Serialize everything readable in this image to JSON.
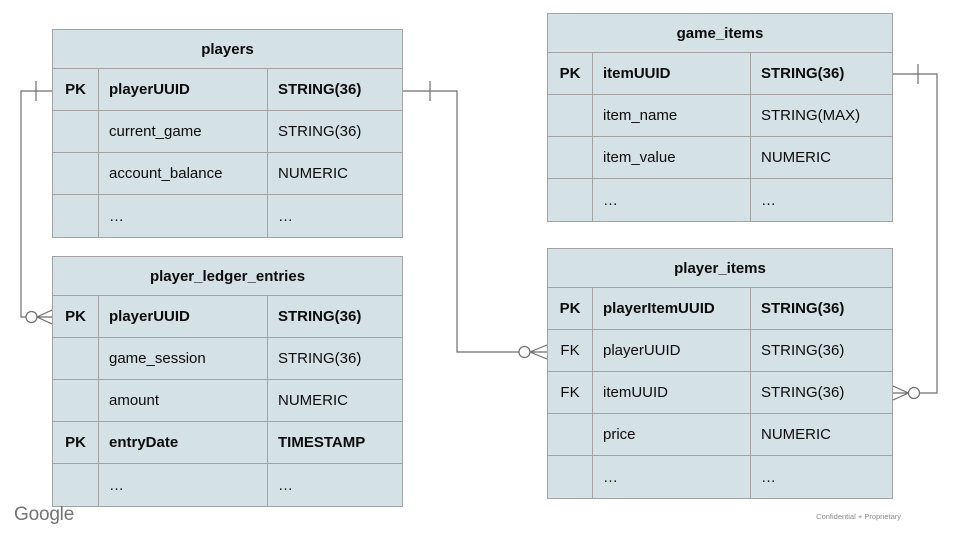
{
  "diagram": {
    "tables": [
      {
        "id": "players",
        "title": "players",
        "rows": [
          {
            "key": "PK",
            "name": "playerUUID",
            "type": "STRING(36)"
          },
          {
            "key": "",
            "name": "current_game",
            "type": "STRING(36)"
          },
          {
            "key": "",
            "name": "account_balance",
            "type": "NUMERIC"
          },
          {
            "key": "",
            "name": "…",
            "type": "…"
          }
        ]
      },
      {
        "id": "player_ledger_entries",
        "title": "player_ledger_entries",
        "rows": [
          {
            "key": "PK",
            "name": "playerUUID",
            "type": "STRING(36)"
          },
          {
            "key": "",
            "name": "game_session",
            "type": "STRING(36)"
          },
          {
            "key": "",
            "name": "amount",
            "type": "NUMERIC"
          },
          {
            "key": "PK",
            "name": "entryDate",
            "type": "TIMESTAMP"
          },
          {
            "key": "",
            "name": "…",
            "type": "…"
          }
        ]
      },
      {
        "id": "game_items",
        "title": "game_items",
        "rows": [
          {
            "key": "PK",
            "name": "itemUUID",
            "type": "STRING(36)"
          },
          {
            "key": "",
            "name": "item_name",
            "type": "STRING(MAX)"
          },
          {
            "key": "",
            "name": "item_value",
            "type": "NUMERIC"
          },
          {
            "key": "",
            "name": "…",
            "type": "…"
          }
        ]
      },
      {
        "id": "player_items",
        "title": "player_items",
        "rows": [
          {
            "key": "PK",
            "name": "playerItemUUID",
            "type": "STRING(36)"
          },
          {
            "key": "FK",
            "name": "playerUUID",
            "type": "STRING(36)"
          },
          {
            "key": "FK",
            "name": "itemUUID",
            "type": "STRING(36)"
          },
          {
            "key": "",
            "name": "price",
            "type": "NUMERIC"
          },
          {
            "key": "",
            "name": "…",
            "type": "…"
          }
        ]
      }
    ],
    "relationships": [
      {
        "from": "players.playerUUID",
        "to": "player_ledger_entries.playerUUID",
        "from_cardinality": "one",
        "to_cardinality": "zero-or-many"
      },
      {
        "from": "players.playerUUID",
        "to": "player_items.playerUUID",
        "from_cardinality": "one",
        "to_cardinality": "zero-or-many"
      },
      {
        "from": "game_items.itemUUID",
        "to": "player_items.itemUUID",
        "from_cardinality": "one",
        "to_cardinality": "zero-or-many"
      }
    ]
  },
  "footer": {
    "logo_text": "Google",
    "classification": "Confidential + Proprietary"
  },
  "colors": {
    "table_fill": "#d4e1e5",
    "table_border": "#a3a3a3",
    "connector_line": "#6e6e6e",
    "text": "#0b0b0b",
    "footer_gray": "#8a8a8a"
  }
}
